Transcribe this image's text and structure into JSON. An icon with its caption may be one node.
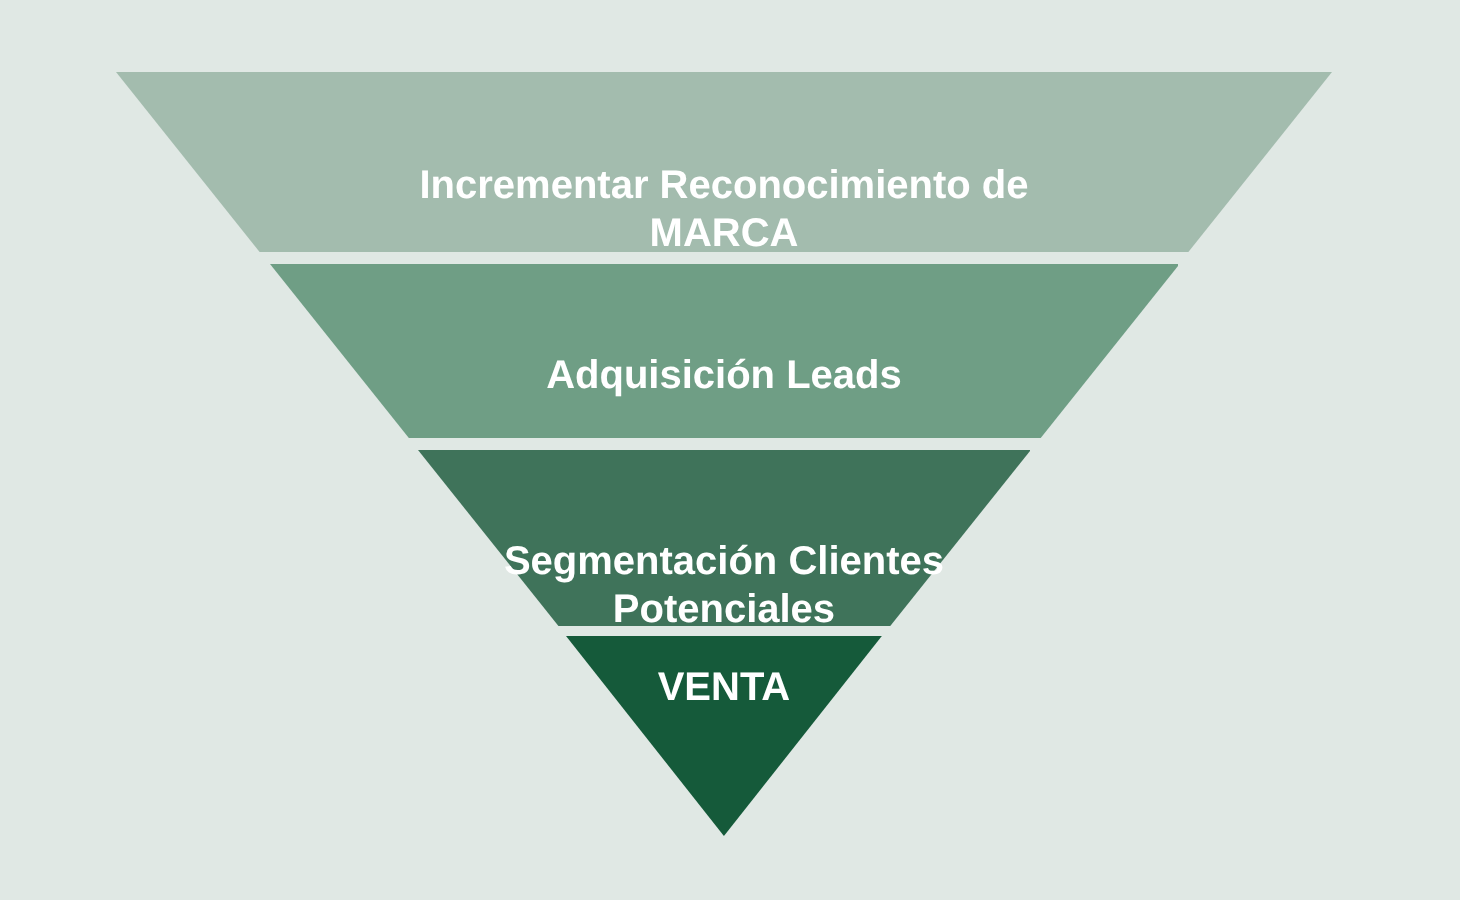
{
  "diagram": {
    "nodes": [
      {
        "text": [
          "Incrementar Reconocimiento de MARCA"
        ]
      },
      {
        "text": [
          "Adquisición Leads"
        ]
      },
      {
        "text": [
          "Segmentación Clientes Potenciales"
        ]
      },
      {
        "text": [
          "VENTA"
        ]
      }
    ]
  }
}
